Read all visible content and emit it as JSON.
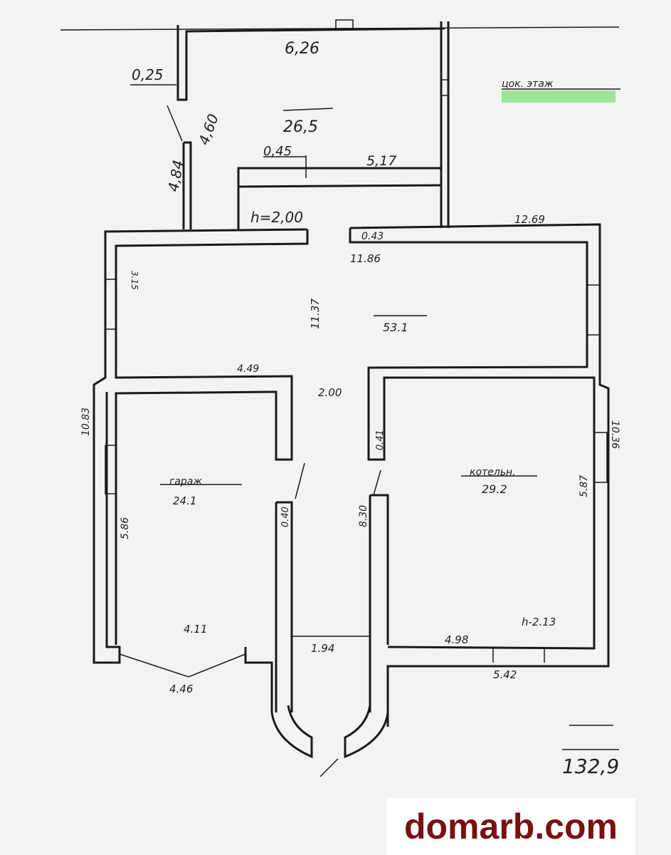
{
  "plan": {
    "floor_label": "цок. этаж",
    "highlight_color": "#8fe08a",
    "rooms": [
      {
        "name": "",
        "area": "26,5"
      },
      {
        "name": "",
        "area": "53.1"
      },
      {
        "name": "гараж",
        "area": "24.1"
      },
      {
        "name": "котельн.",
        "area": "29.2"
      }
    ],
    "dimensions": {
      "d626": "6,26",
      "d025": "0,25",
      "d460": "4,60",
      "d484": "4,84",
      "d045": "0,45",
      "d517": "5,17",
      "h200": "h=2,00",
      "d1269": "12.69",
      "d043": "0.43",
      "d1186": "11.86",
      "d315": "3.15",
      "d1137": "11.37",
      "d449": "4.49",
      "d200": "2.00",
      "d1083": "10.83",
      "d1036": "10.36",
      "d041": "0.41",
      "d587": "5.87",
      "d586": "5.86",
      "d040": "0.40",
      "d830": "8.30",
      "d411": "4.11",
      "d194": "1.94",
      "d498": "4.98",
      "h213": "h-2.13",
      "d446": "4.46",
      "d542": "5.42"
    },
    "total_area": "132,9"
  },
  "watermark": "domarb.com"
}
